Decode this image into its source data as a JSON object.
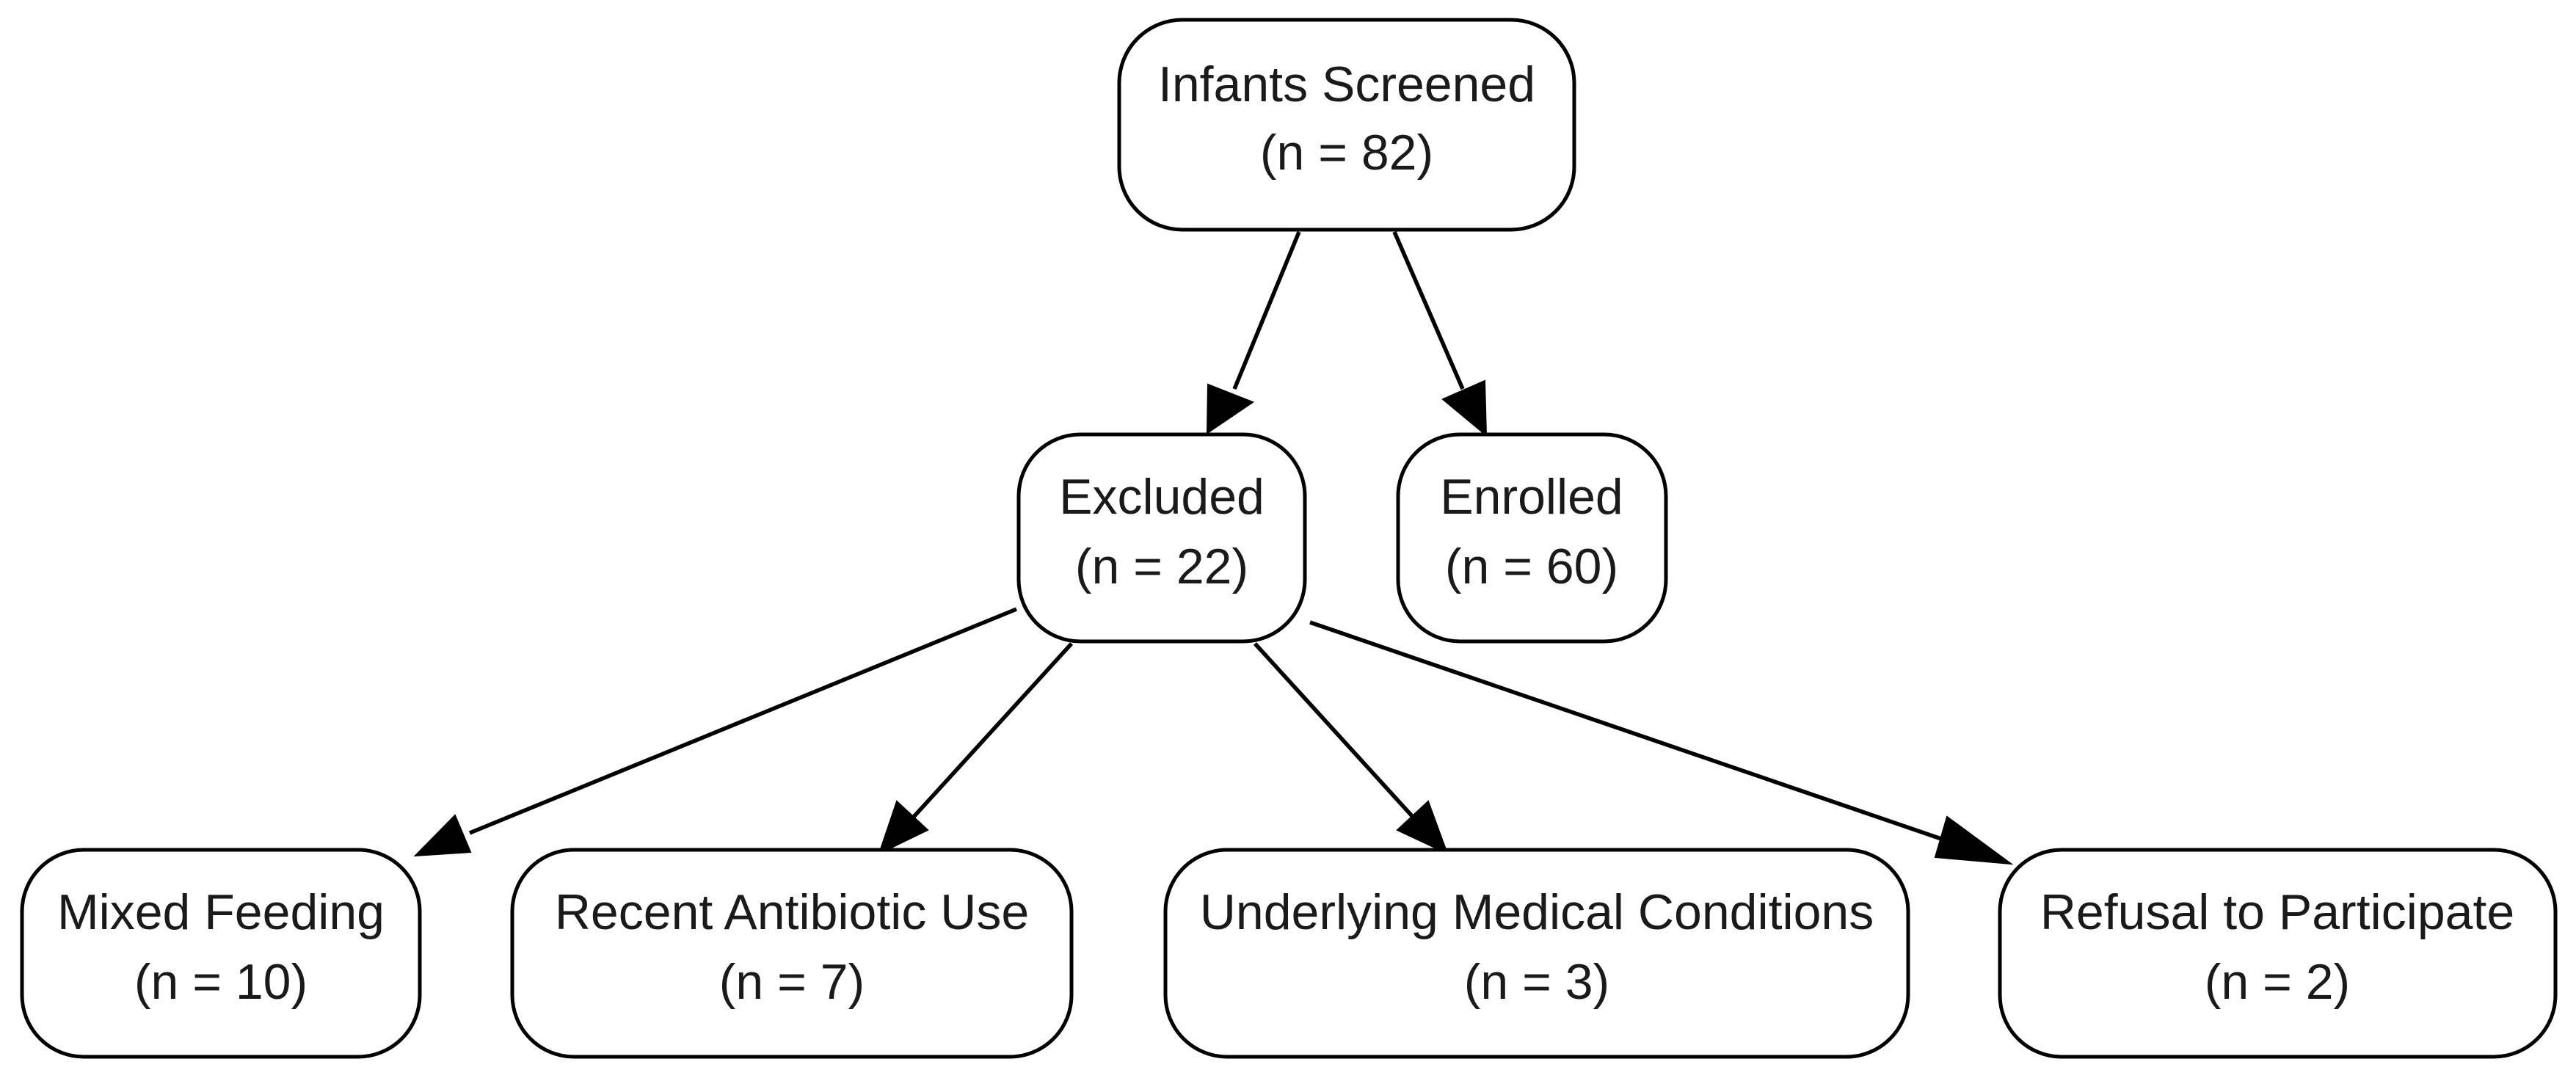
{
  "nodes": {
    "screened": {
      "title": "Infants Screened",
      "count": "(n = 82)"
    },
    "excluded": {
      "title": "Excluded",
      "count": "(n = 22)"
    },
    "enrolled": {
      "title": "Enrolled",
      "count": "(n = 60)"
    },
    "mixed_feeding": {
      "title": "Mixed Feeding",
      "count": "(n = 10)"
    },
    "antibiotic": {
      "title": "Recent Antibiotic Use",
      "count": "(n = 7)"
    },
    "medical": {
      "title": "Underlying Medical Conditions",
      "count": "(n = 3)"
    },
    "refusal": {
      "title": "Refusal to Participate",
      "count": "(n = 2)"
    }
  },
  "edges": [
    {
      "from": "screened",
      "to": "excluded"
    },
    {
      "from": "screened",
      "to": "enrolled"
    },
    {
      "from": "excluded",
      "to": "mixed_feeding"
    },
    {
      "from": "excluded",
      "to": "antibiotic"
    },
    {
      "from": "excluded",
      "to": "medical"
    },
    {
      "from": "excluded",
      "to": "refusal"
    }
  ],
  "colors": {
    "stroke": "#000000",
    "fill": "#ffffff",
    "text": "#1a1a1a"
  }
}
